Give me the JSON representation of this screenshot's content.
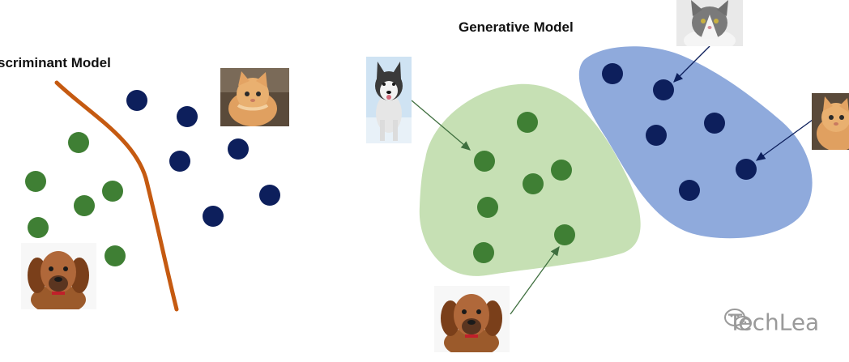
{
  "discriminant": {
    "title": "scriminant  Model"
  },
  "generative": {
    "title": "Generative Model"
  },
  "watermark": {
    "text": "TechLea",
    "icon": "wechat-icon"
  },
  "images": {
    "kitten_left": "orange-kitten-photo",
    "puppy_left": "brown-puppy-photo",
    "husky": "husky-dog-photo",
    "gray_cat": "gray-white-cat-photo",
    "kitten_right": "orange-kitten-photo",
    "puppy_bottom": "brown-puppy-photo"
  },
  "colors": {
    "class_a_points": "#2e7d32",
    "class_b_points": "#0d1f5c",
    "decision_boundary": "#c55a11",
    "region_a_fill": "#c6e0b4",
    "region_b_fill": "#8faadc",
    "arrow": "#3f6f3f"
  }
}
